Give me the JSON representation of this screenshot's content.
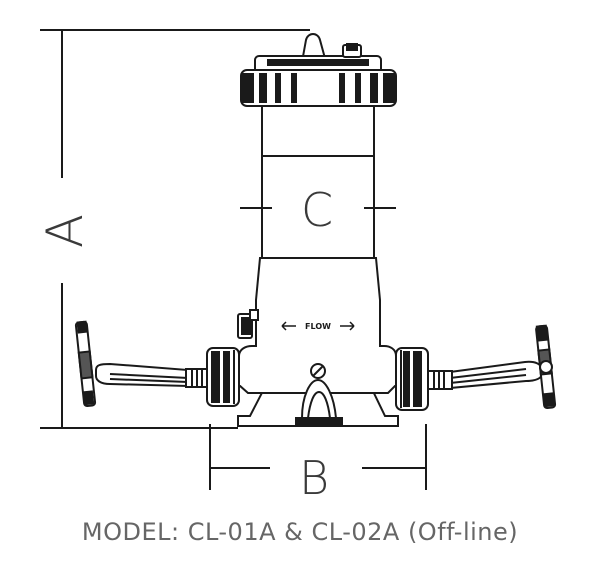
{
  "diagram": {
    "dimension_labels": {
      "a": "A",
      "b": "B",
      "c": "C"
    },
    "flow_label": "FLOW",
    "caption": "MODEL: CL-01A & CL-02A (Off-line)"
  },
  "colors": {
    "line": "#1a1a1a",
    "fill": "#ffffff",
    "caption": "#666666"
  }
}
